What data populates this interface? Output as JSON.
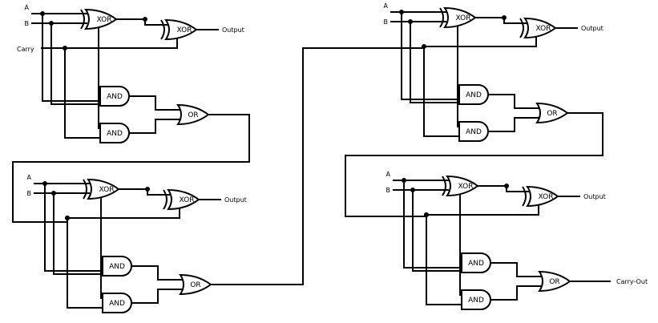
{
  "gate_labels": {
    "xor": "XOR",
    "and": "AND",
    "or": "OR"
  },
  "pin_labels": {
    "a": "A",
    "b": "B",
    "carry": "Carry",
    "output": "Output",
    "carry_out": "Carry-Out"
  },
  "colors": {
    "ink": "#000000",
    "paper": "#ffffff"
  },
  "adders": [
    {
      "id": "adder-1",
      "input_a": "A",
      "input_b": "B",
      "carry_in": "Carry",
      "sum_out": "Output",
      "carry_out": ""
    },
    {
      "id": "adder-2",
      "input_a": "A",
      "input_b": "B",
      "carry_in": "",
      "sum_out": "Output",
      "carry_out": ""
    },
    {
      "id": "adder-3",
      "input_a": "A",
      "input_b": "B",
      "carry_in": "",
      "sum_out": "Output",
      "carry_out": ""
    },
    {
      "id": "adder-4",
      "input_a": "A",
      "input_b": "B",
      "carry_in": "",
      "sum_out": "Output",
      "carry_out": "Carry-Out"
    }
  ]
}
